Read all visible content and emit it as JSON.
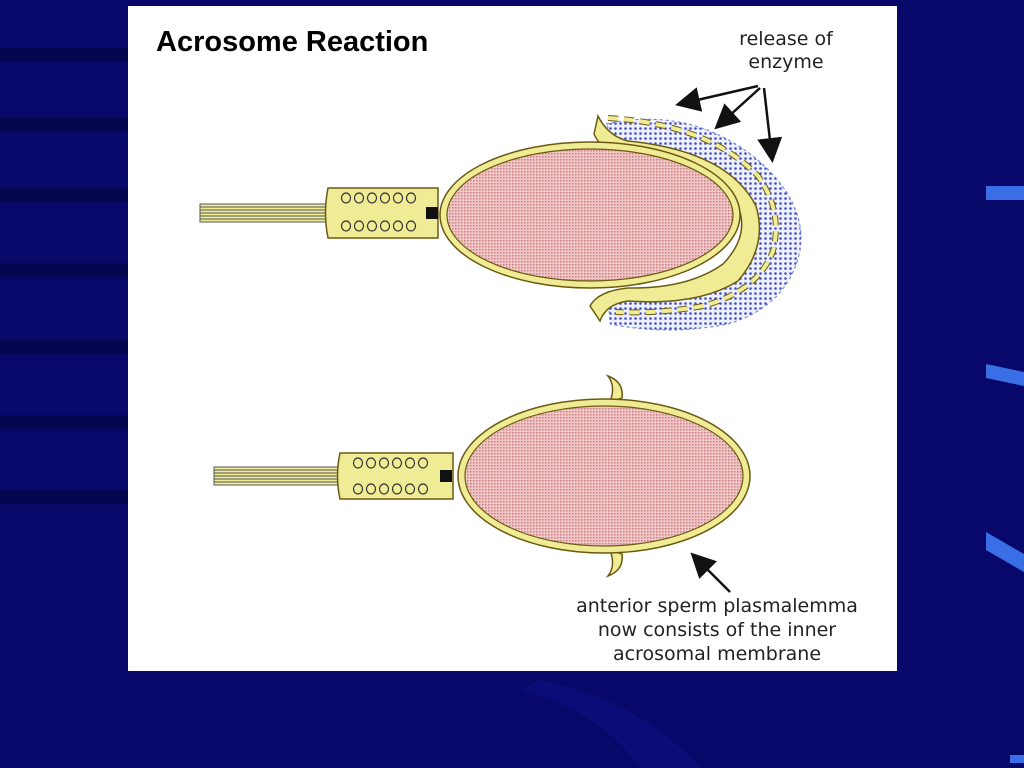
{
  "slide": {
    "title": "Acrosome Reaction",
    "labels": {
      "release": [
        "release of",
        "enzyme"
      ],
      "plasmalemma": [
        "anterior sperm plasmalemma",
        "now consists of the inner",
        "acrosomal membrane"
      ]
    }
  },
  "colors": {
    "background": "#08086a",
    "accent_bars": "#3a6ee6",
    "nucleus_fill": "#e8b4b4",
    "membrane": "#f0ec96",
    "membrane_outline": "#6b5a10",
    "enzyme_dots": "#3a4ab8"
  },
  "icons": {
    "release_arrows": "arrow-icon",
    "plasmalemma_arrow": "arrow-icon"
  }
}
